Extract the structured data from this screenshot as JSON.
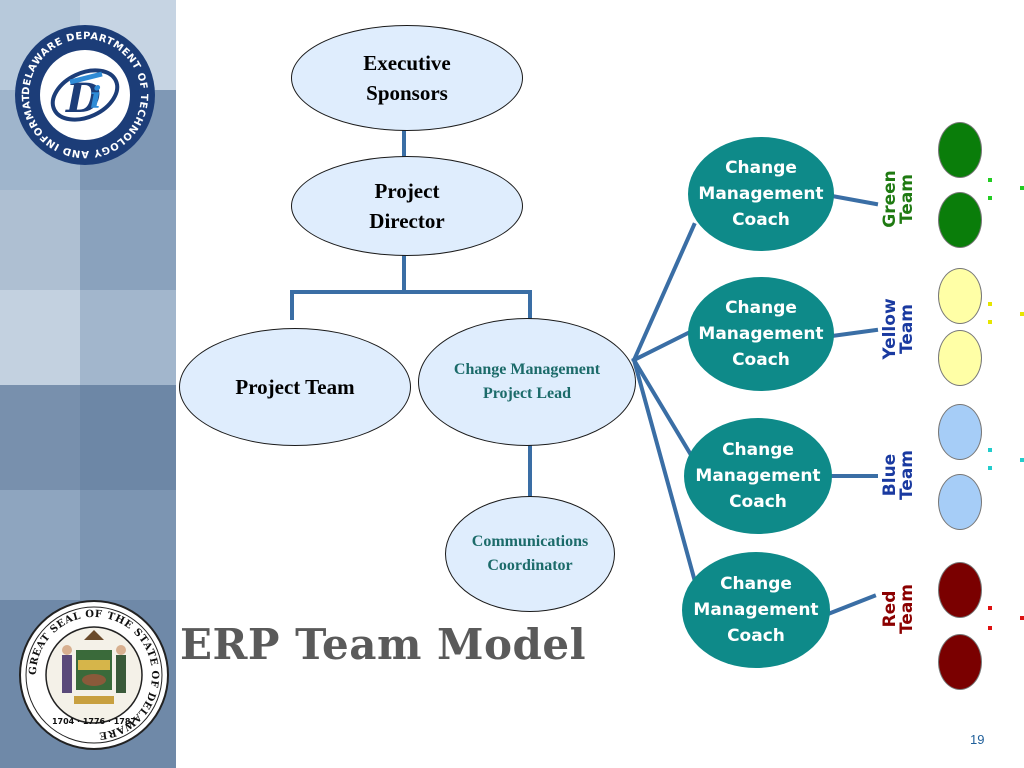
{
  "slide": {
    "title": "ERP Team Model",
    "page_number": "19"
  },
  "logo": {
    "icon": "dti-logo-icon",
    "ring_text": "DELAWARE DEPARTMENT OF TECHNOLOGY AND INFORMATION",
    "letters": "DTI"
  },
  "seal": {
    "icon": "delaware-state-seal-icon",
    "ring_text": "GREAT SEAL OF THE STATE OF DELAWARE",
    "years": "1704 · 1776 · 1787"
  },
  "nodes": {
    "executive_sponsors": "Executive\nSponsors",
    "project_director": "Project\nDirector",
    "project_team": "Project Team",
    "cm_project_lead": "Change Management\nProject Lead",
    "communications_coordinator": "Communications\nCoordinator"
  },
  "coaches": [
    {
      "label": "Change\nManagement\nCoach"
    },
    {
      "label": "Change\nManagement\nCoach"
    },
    {
      "label": "Change\nManagement\nCoach"
    },
    {
      "label": "Change\nManagement\nCoach"
    }
  ],
  "teams": [
    {
      "label": "Green\nTeam",
      "text_color": "#1f7a12",
      "fill": "#0a7d0a",
      "marker_color": "#22cc22"
    },
    {
      "label": "Yellow\nTeam",
      "text_color": "#1a3aa0",
      "fill": "#ffffa6",
      "marker_color": "#e6e600"
    },
    {
      "label": "Blue\nTeam",
      "text_color": "#1a3aa0",
      "fill": "#a6cdf7",
      "marker_color": "#22cccc"
    },
    {
      "label": "Red\nTeam",
      "text_color": "#8b0000",
      "fill": "#7a0000",
      "marker_color": "#dd1111"
    }
  ],
  "colors": {
    "connector": "#3a6ea5",
    "coach_fill": "#0e8a89",
    "node_fill": "#dfedfd",
    "title": "#5a5a5a"
  }
}
